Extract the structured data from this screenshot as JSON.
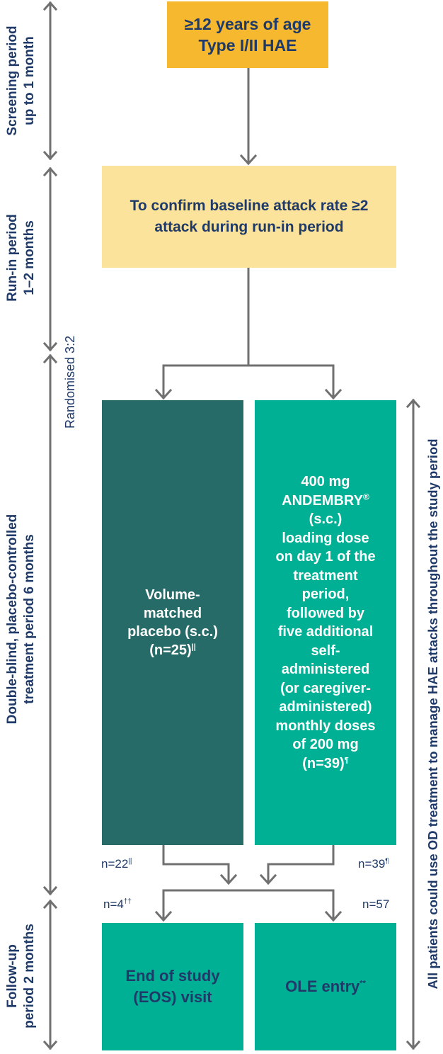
{
  "colors": {
    "orange": "#f5b82e",
    "light_yellow": "#fbe39b",
    "dark_teal": "#276b68",
    "teal": "#00b095",
    "navy": "#1f3a68",
    "arrow_grey": "#707070"
  },
  "screening_box": {
    "line1": "≥12 years of age",
    "line2": "Type I/II HAE"
  },
  "runin_box": {
    "line1": "To confirm baseline attack rate ≥2",
    "line2": "attack during run-in period"
  },
  "placebo_box": {
    "lines": [
      "Volume-",
      "matched",
      "placebo (s.c.)",
      "(n=25)"
    ],
    "footnote": "||"
  },
  "andembry_box": {
    "line1": "400 mg",
    "line2": "ANDEMBRY",
    "reg": "®",
    "lines": [
      "(s.c.)",
      "loading dose",
      "on day 1 of the",
      "treatment",
      "period,",
      "followed by",
      "five additional",
      "self-",
      "administered",
      "(or caregiver-",
      "administered)",
      "monthly doses",
      "of 200 mg",
      "(n=39)"
    ],
    "footnote": "¶"
  },
  "eos_box": {
    "line1": "End of study",
    "line2": "(EOS) visit"
  },
  "ole_box": {
    "label": "OLE entry",
    "footnote": "**"
  },
  "counts": {
    "placebo_completed": "n=22",
    "placebo_completed_fn": "||",
    "andembry_completed": "n=39",
    "andembry_completed_fn": "¶",
    "eos_n": "n=4",
    "eos_fn": "††",
    "ole_n": "n=57"
  },
  "left_labels": {
    "screening": [
      "Screening period",
      "up to 1 month"
    ],
    "runin": [
      "Run-in period",
      "1–2 months"
    ],
    "treatment": [
      "Double-blind, placebo-controlled",
      "treatment period 6 months"
    ],
    "followup": [
      "Follow-up",
      "period 2 months"
    ]
  },
  "randomised_label": "Randomised 3:2",
  "right_label": "All patients could use OD treatment to manage HAE attacks throughout the study period",
  "icons": [
    "arrow-down-icon",
    "double-arrow-vertical-icon"
  ]
}
